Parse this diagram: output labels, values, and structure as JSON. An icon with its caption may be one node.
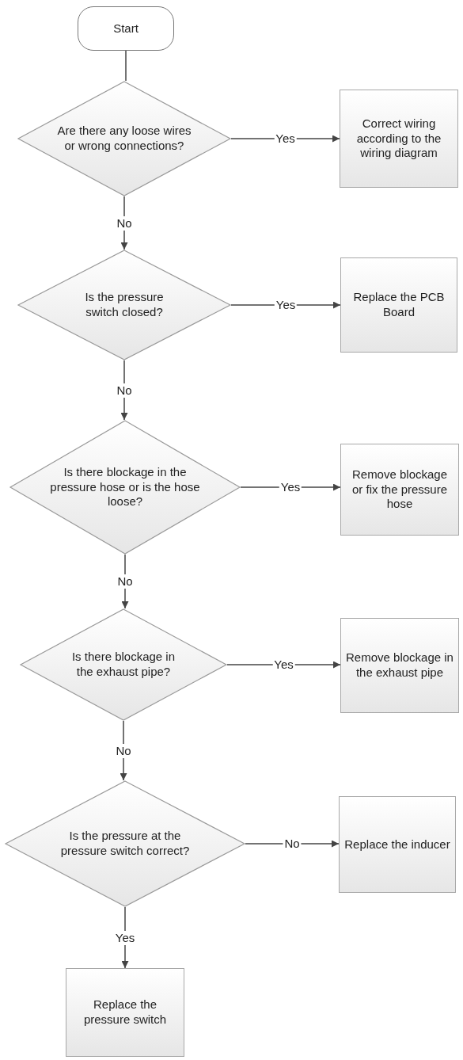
{
  "diagram": {
    "nodes": [
      {
        "text": [
          "Start"
        ]
      },
      {
        "text": [
          "Are there any loose wires or wrong connections?"
        ]
      },
      {
        "text": [
          "Correct wiring according to the wiring diagram"
        ]
      },
      {
        "text": [
          "Is the pressure switch closed?"
        ]
      },
      {
        "text": [
          "Replace the PCB Board"
        ]
      },
      {
        "text": [
          "Is there blockage in the pressure hose or is the hose loose?"
        ]
      },
      {
        "text": [
          "Remove blockage or fix the pressure hose"
        ]
      },
      {
        "text": [
          "Is there blockage in the exhaust pipe?"
        ]
      },
      {
        "text": [
          "Remove blockage in the exhaust pipe"
        ]
      },
      {
        "text": [
          "Is the pressure at the pressure switch correct?"
        ]
      },
      {
        "text": [
          "Replace the inducer"
        ]
      },
      {
        "text": [
          "Replace the pressure switch"
        ]
      }
    ],
    "edges": [
      {
        "from": 0,
        "to": 1,
        "arrow": "none"
      },
      {
        "from": 1,
        "to": 2,
        "arrow": "to",
        "label": "Yes"
      },
      {
        "from": 1,
        "to": 3,
        "arrow": "to",
        "label": "No"
      },
      {
        "from": 3,
        "to": 4,
        "arrow": "to",
        "label": "Yes"
      },
      {
        "from": 3,
        "to": 5,
        "arrow": "to",
        "label": "No"
      },
      {
        "from": 5,
        "to": 6,
        "arrow": "to",
        "label": "Yes"
      },
      {
        "from": 5,
        "to": 7,
        "arrow": "to",
        "label": "No"
      },
      {
        "from": 7,
        "to": 8,
        "arrow": "to",
        "label": "Yes"
      },
      {
        "from": 7,
        "to": 9,
        "arrow": "to",
        "label": "No"
      },
      {
        "from": 9,
        "to": 10,
        "arrow": "to",
        "label": "No"
      },
      {
        "from": 9,
        "to": 11,
        "arrow": "to",
        "label": "Yes"
      }
    ]
  }
}
